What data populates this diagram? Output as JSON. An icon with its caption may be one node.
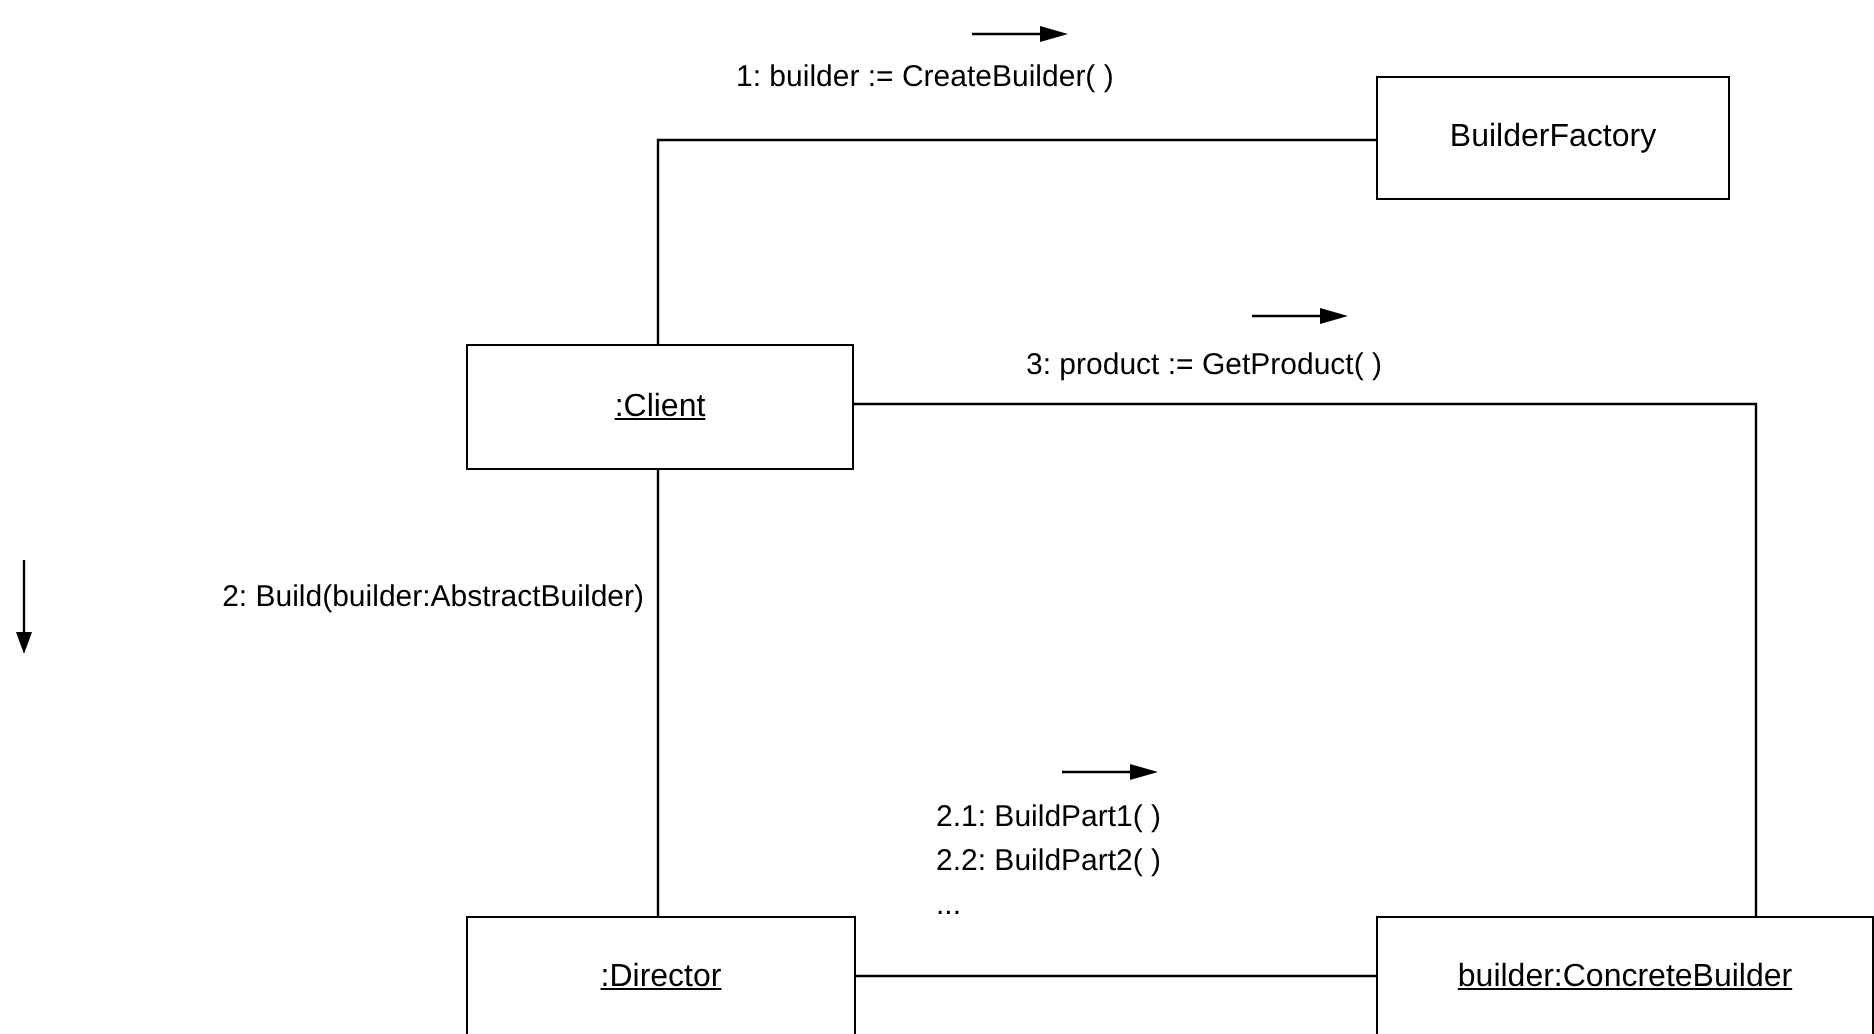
{
  "diagram": {
    "nodes": [
      {
        "text": [
          "BuilderFactory"
        ]
      },
      {
        "text": [
          ":Client"
        ]
      },
      {
        "text": [
          ":Director"
        ]
      },
      {
        "text": [
          "builder:ConcreteBuilder"
        ]
      }
    ],
    "edges": [
      {
        "from": 1,
        "to": 0,
        "arrow": "none",
        "label": "1: builder := CreateBuilder( )"
      },
      {
        "from": 1,
        "to": 3,
        "arrow": "none",
        "label": "3: product := GetProduct( )"
      },
      {
        "from": 1,
        "to": 2,
        "arrow": "none",
        "label": "2: Build(builder:AbstractBuilder)"
      },
      {
        "from": 2,
        "to": 3,
        "arrow": "none",
        "label": "2.1: BuildPart1( ) 2.2: BuildPart2( ) ..."
      }
    ]
  }
}
